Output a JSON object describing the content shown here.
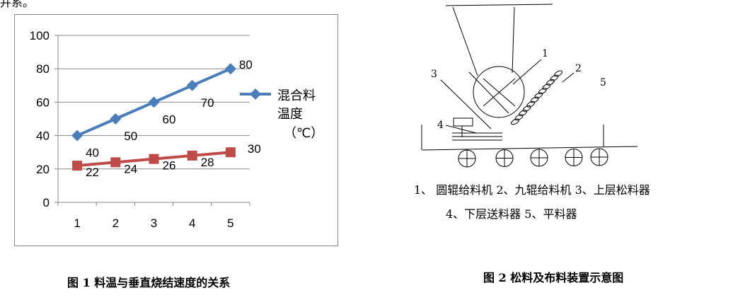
{
  "page": {
    "partial_top_text": "并系。"
  },
  "chart_data": {
    "type": "line",
    "categories": [
      "1",
      "2",
      "3",
      "4",
      "5"
    ],
    "ylim": [
      0,
      100
    ],
    "yticks": [
      "0",
      "20",
      "40",
      "60",
      "80",
      "100"
    ],
    "grid": "horizontal",
    "legend_position": "right",
    "series": [
      {
        "name": "混合料温度（℃）",
        "legend_lines": [
          "混合料",
          "温度",
          "（℃）"
        ],
        "values": [
          40,
          50,
          60,
          70,
          80
        ],
        "color": "#4a7ebb",
        "marker": "diamond"
      },
      {
        "name": "",
        "values": [
          22,
          24,
          26,
          28,
          30
        ],
        "color": "#be4b48",
        "marker": "square"
      }
    ],
    "title": "",
    "xlabel": "",
    "ylabel": ""
  },
  "figure1": {
    "caption": "图 1   料温与垂直烧结速度的关系"
  },
  "figure2": {
    "labels": [
      "1",
      "2",
      "3",
      "4",
      "5"
    ],
    "legend_row1": "1、  圆辊给料机   2、九辊给料机 3、上层松料器",
    "legend_row2": "4、下层送料器   5、平料器",
    "caption": "图 2   松料及布料装置示意图"
  },
  "colors": {
    "series1": "#4a7ebb",
    "series2": "#be4b48",
    "grid": "#878787",
    "axis": "#878787"
  }
}
